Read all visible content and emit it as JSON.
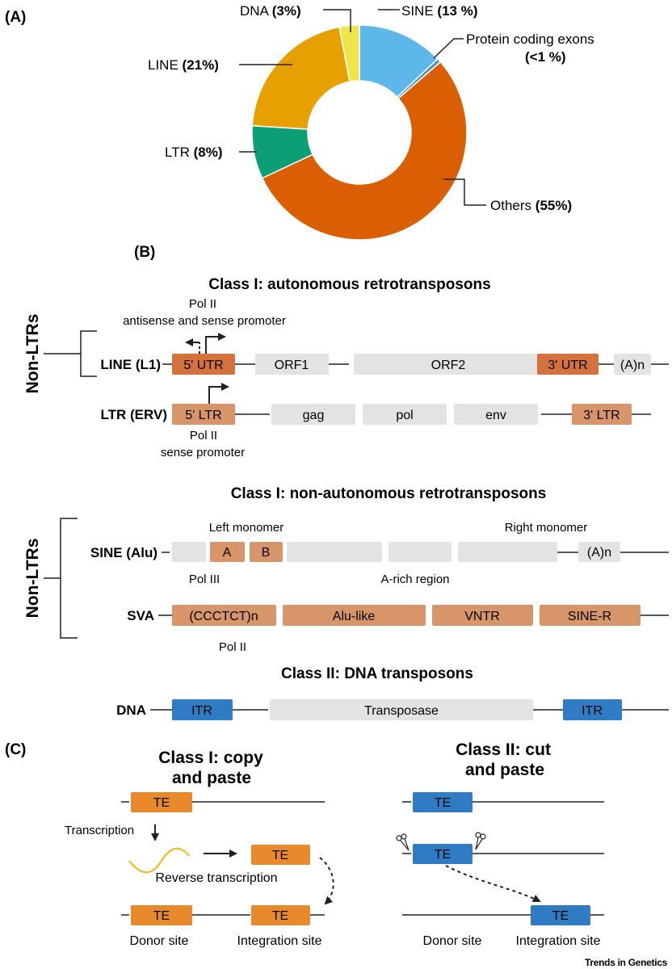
{
  "panel_a": {
    "label": "(A)",
    "slices": [
      {
        "name": "SINE",
        "pct_text": "13 %",
        "value": 13,
        "color": "#5DB7E8"
      },
      {
        "name": "Protein coding exons",
        "pct_text": "<1 %",
        "value": 0.6,
        "color": "#4A90C8"
      },
      {
        "name": "Others",
        "pct_text": "55%",
        "value": 54.4,
        "color": "#D95F02"
      },
      {
        "name": "LTR",
        "pct_text": "8%",
        "value": 8,
        "color": "#0E9E76"
      },
      {
        "name": "LINE",
        "pct_text": "21%",
        "value": 21,
        "color": "#E6A000"
      },
      {
        "name": "DNA",
        "pct_text": "3%",
        "value": 3,
        "color": "#EFE44A"
      }
    ]
  },
  "panel_b": {
    "label": "(B)",
    "sec1_title": "Class I: autonomous retrotransposons",
    "sec1_group": "Non-LTRs",
    "line_name": "LINE (L1)",
    "line_promoter_l1": "Pol II",
    "line_promoter_l2": "antisense and sense promoter",
    "line_segments": [
      "5' UTR",
      "ORF1",
      "ORF2",
      "3' UTR",
      "(A)n"
    ],
    "ltr_name": "LTR (ERV)",
    "ltr_segments": [
      "5' LTR",
      "gag",
      "pol",
      "env",
      "3' LTR"
    ],
    "ltr_promoter_l1": "Pol II",
    "ltr_promoter_l2": "sense promoter",
    "sec2_title": "Class I: non-autonomous retrotransposons",
    "sec2_group": "Non-LTRs",
    "left_monomer": "Left monomer",
    "right_monomer": "Right monomer",
    "sine_name": "SINE (Alu)",
    "sine_segments": [
      "A",
      "B",
      "(A)n"
    ],
    "pol3": "Pol III",
    "arich": "A-rich region",
    "sva_name": "SVA",
    "sva_segments": [
      "(CCCTCT)n",
      "Alu-like",
      "VNTR",
      "SINE-R"
    ],
    "pol2": "Pol II",
    "sec3_title": "Class II: DNA transposons",
    "dna_name": "DNA",
    "dna_segments": [
      "ITR",
      "Transposase",
      "ITR"
    ]
  },
  "panel_c": {
    "label": "(C)",
    "left_title_l1": "Class I: copy",
    "left_title_l2": "and paste",
    "right_title_l1": "Class II: cut",
    "right_title_l2": "and paste",
    "te": "TE",
    "transcription": "Transcription",
    "reverse_transcription": "Reverse transcription",
    "donor_site": "Donor site",
    "integration_site": "Integration site"
  },
  "journal": "Trends in Genetics",
  "colors": {
    "orange_te": "#E8892B",
    "salmon": "#D9956A",
    "rust": "#D5713D",
    "blue_te": "#2F7CC4",
    "grey_box": "#E3E3E3",
    "wave": "#F2BE3C"
  }
}
